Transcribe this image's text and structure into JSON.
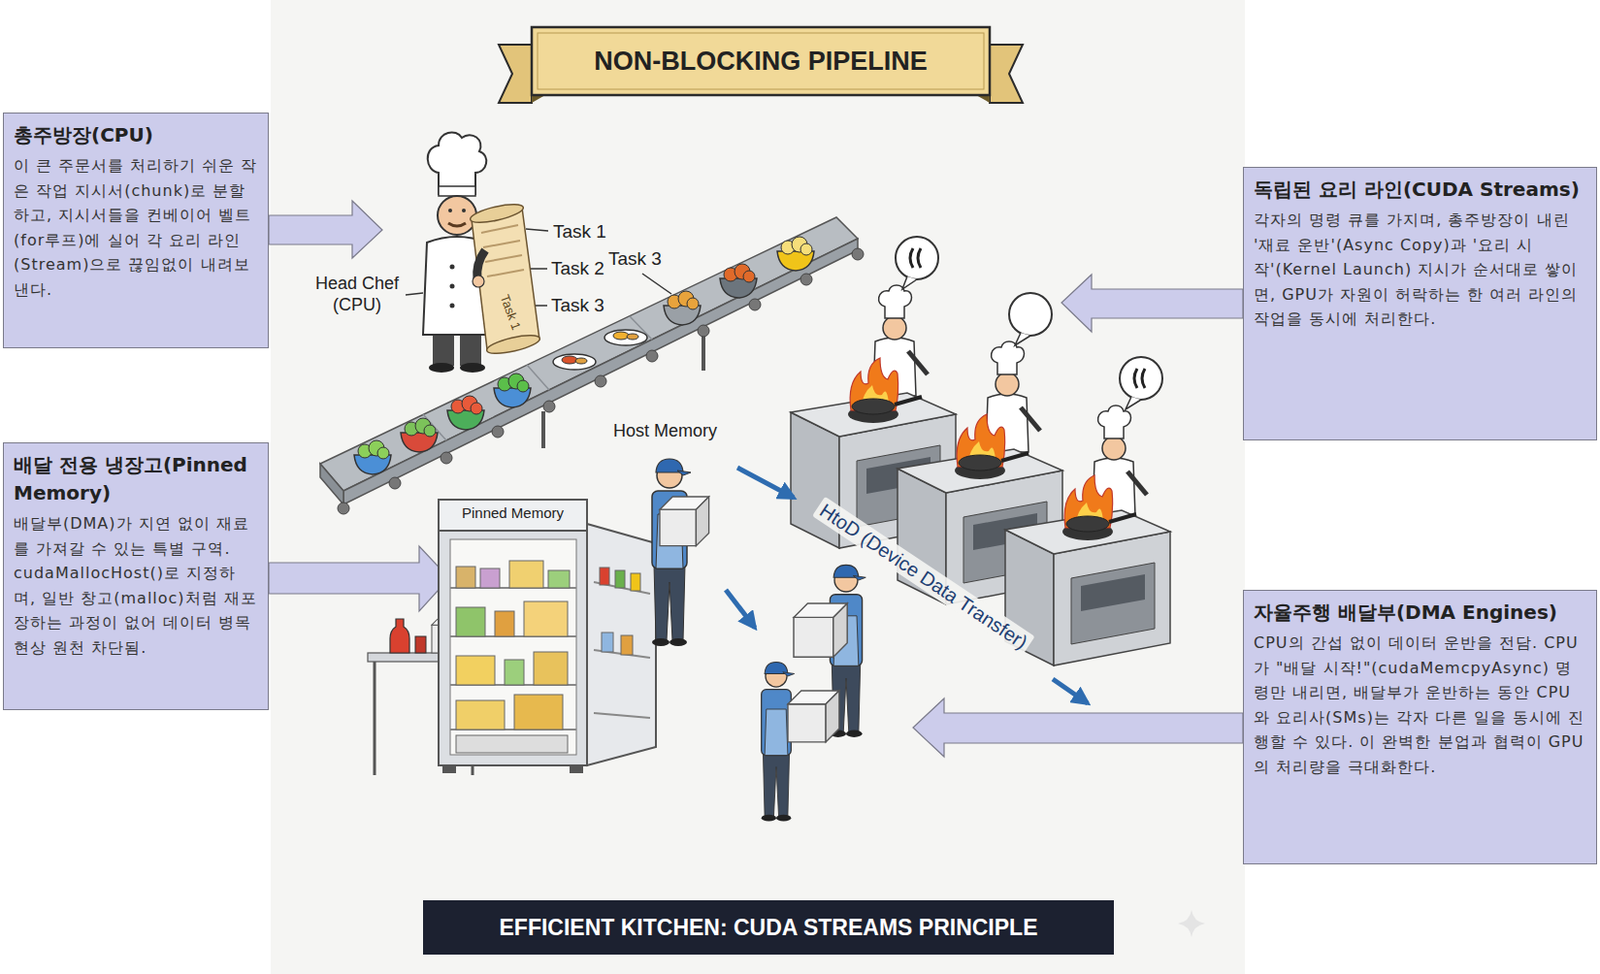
{
  "diagram": {
    "title": "NON-BLOCKING PIPELINE",
    "caption": "EFFICIENT KITCHEN: CUDA STREAMS PRINCIPLE",
    "nodes": [
      {
        "text": [
          "총주방장(CPU)",
          "이 큰 주문서를 처리하기 쉬운 작은 작업 지시서(chunk)로 분할하고, 지시서들을 컨베이어 벨트(for루프)에 실어 각 요리 라인(Stream)으로 끊임없이 내려보낸다."
        ]
      },
      {
        "text": [
          "독립된 요리 라인(CUDA Streams)",
          "각자의 명령 큐를 가지며, 총주방장이 내린 '재료 운반'(Async Copy)과 '요리 시작'(Kernel Launch) 지시가 순서대로 쌓이면, GPU가 자원이 허락하는 한 여러 라인의 작업을 동시에 처리한다."
        ]
      },
      {
        "text": [
          "배달 전용 냉장고(Pinned Memory)",
          "배달부(DMA)가 지연 없이 재료를 가져갈 수 있는 특별 구역. cudaMallocHost()로 지정하며, 일반 창고(malloc)처럼 재포장하는 과정이 없어 데이터 병목 현상 원천 차단됨."
        ]
      },
      {
        "text": [
          "자율주행 배달부(DMA Engines)",
          "CPU의 간섭 없이 데이터 운반을 전담. CPU가 \"배달 시작!\"(cudaMemcpyAsync) 명령만 내리면, 배달부가 운반하는 동안 CPU와 요리사(SMs)는 각자 다른 일을 동시에 진행할 수 있다. 이 완벽한 분업과 협력이 GPU의 처리량을 극대화한다."
        ]
      }
    ],
    "labels": [
      "Head Chef (CPU)",
      "Task 1",
      "Task 2",
      "Task 3",
      "Task 3",
      "Task 1",
      "Host Memory",
      "Pinned Memory",
      "HtoD (Device Data Transfer)"
    ]
  }
}
